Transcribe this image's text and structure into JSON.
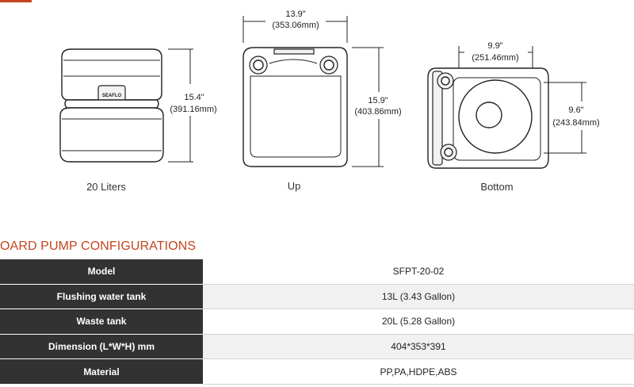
{
  "diagrams": {
    "side_view": {
      "height_in": "15.4\"",
      "height_mm": "(391.16mm)",
      "badge": "SEAFLO",
      "caption": "20 Liters"
    },
    "top_view": {
      "width_in": "13.9\"",
      "width_mm": "(353.06mm)",
      "depth_in": "15.9\"",
      "depth_mm": "(403.86mm)",
      "caption": "Up"
    },
    "bottom_view": {
      "width_in": "9.9\"",
      "width_mm": "(251.46mm)",
      "depth_in": "9.6\"",
      "depth_mm": "(243.84mm)",
      "caption": "Bottom"
    }
  },
  "section_title": "OARD PUMP CONFIGURATIONS",
  "spec_table": [
    {
      "label": "Model",
      "value": "SFPT-20-02"
    },
    {
      "label": "Flushing water tank",
      "value": "13L (3.43 Gallon)"
    },
    {
      "label": "Waste tank",
      "value": "20L (5.28 Gallon)"
    },
    {
      "label": "Dimension (L*W*H) mm",
      "value": "404*353*391"
    },
    {
      "label": "Material",
      "value": "PP,PA,HDPE,ABS"
    }
  ],
  "colors": {
    "accent": "#c4461f",
    "label_cell": "#323232",
    "row_alt": "#f1f1f1"
  }
}
